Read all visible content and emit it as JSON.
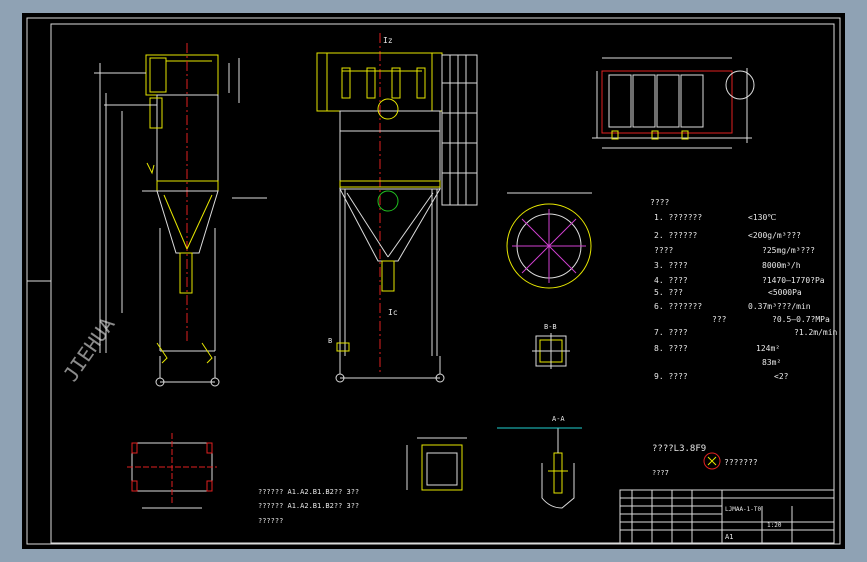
{
  "watermark": "JIEHUA",
  "section_labels": {
    "top_a": "Iz",
    "bottom_c": "Ic",
    "section_bb": "B-B",
    "section_aa": "A-A",
    "label_b": "B"
  },
  "spec_rows": [
    {
      "num": "????",
      "value": ""
    },
    {
      "num": "1. ???????",
      "value": "<130℃"
    },
    {
      "num": "2. ??????",
      "value": "<200g/m³???"
    },
    {
      "num": "????",
      "value": "?25mg/m³???"
    },
    {
      "num": "3. ????",
      "value": "8000m³/h"
    },
    {
      "num": "4. ????",
      "value": "?1470—1770?Pa"
    },
    {
      "num": "",
      "value": "<5000Pa"
    },
    {
      "num": "5. ???",
      "value": "0.37m³???/min"
    },
    {
      "num": "6. ???????",
      "value": "?0.5—0.7?MPa"
    },
    {
      "num": "???",
      "value": "?1.2m/min"
    },
    {
      "num": "7. ????",
      "value": ""
    },
    {
      "num": "8. ????",
      "value": "124m²"
    },
    {
      "num": "",
      "value": "83m²"
    },
    {
      "num": "9. ????",
      "value": "<2?"
    }
  ],
  "notes": {
    "model": "????L3.8F9",
    "line1": "?????? A1.A2.B1.B2?? 3??",
    "line2": "?????? A1.A2.B1.B2?? 3??",
    "line3": "??????",
    "misc": "???7"
  },
  "company": "???????",
  "title_block": {
    "drawing_no": "LJMAA-1-T0",
    "scale": "1:20",
    "sheet": "A1"
  },
  "colors": {
    "yellow": "#e6e600",
    "red": "#e02020",
    "white": "#dcdcdc",
    "green": "#20c020",
    "magenta": "#d040d0",
    "cyan": "#20d0d0"
  }
}
